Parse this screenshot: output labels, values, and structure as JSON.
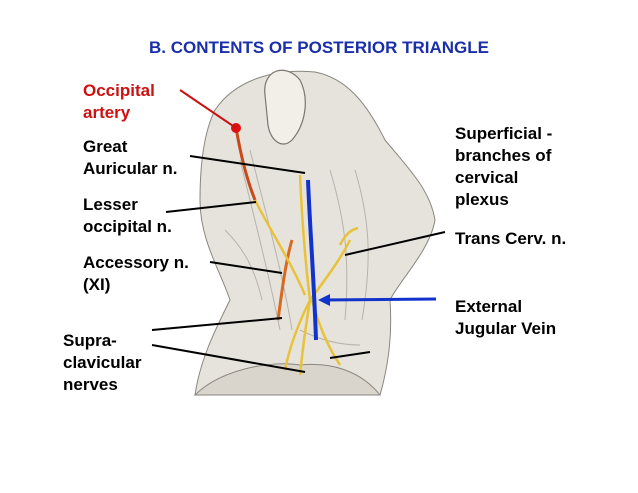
{
  "slide": {
    "title": "B. CONTENTS OF POSTERIOR TRIANGLE",
    "colors": {
      "title": "#1a2fa8",
      "artery_label": "#cc1111",
      "nerve": "#e8c23a",
      "vein": "#1133cc",
      "artery": "#c84a1a"
    },
    "labels": {
      "occipital_artery": "Occipital\nartery",
      "great_auricular": "Great\nAuricular n.",
      "lesser_occipital": "Lesser\noccipital n.",
      "accessory": "Accessory n.\n(XI)",
      "supraclavicular": "Supra-\nclavicular\nnerves",
      "superficial_branches": "Superficial -\nbranches of\ncervical\nplexus",
      "trans_cerv": "Trans Cerv. n.",
      "external_jugular": "External\nJugular Vein"
    }
  }
}
